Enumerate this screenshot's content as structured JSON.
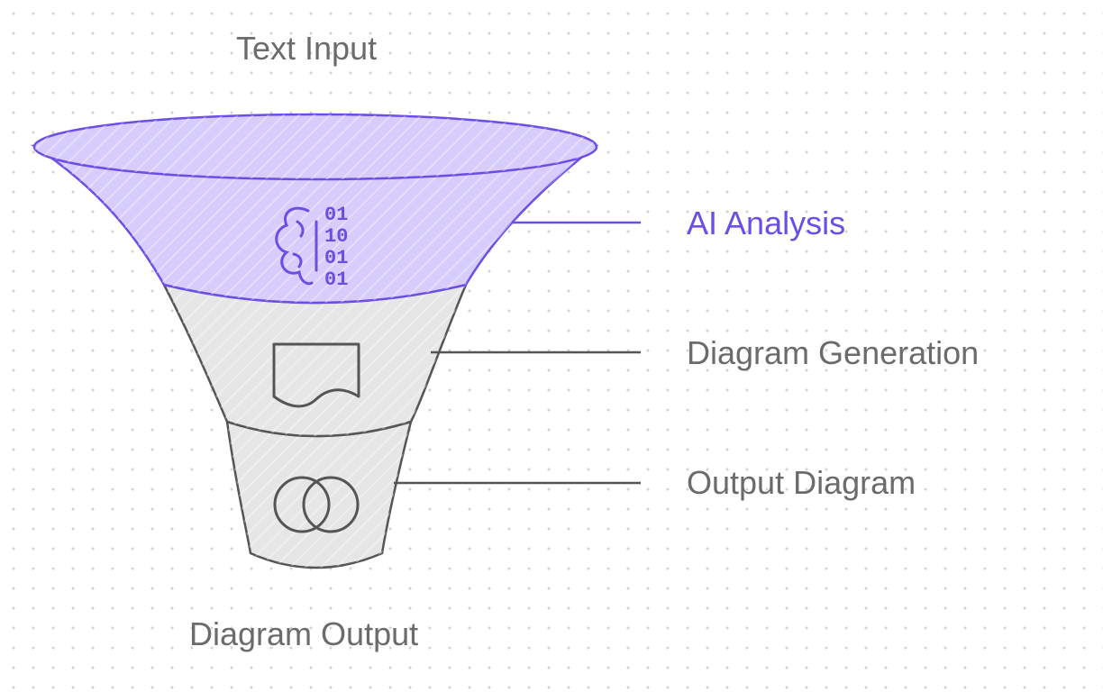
{
  "diagram": {
    "top_label": "Text Input",
    "bottom_label": "Diagram Output",
    "stages": [
      {
        "label": "AI Analysis",
        "icon": "brain-binary-icon",
        "highlighted": true
      },
      {
        "label": "Diagram Generation",
        "icon": "document-icon",
        "highlighted": false
      },
      {
        "label": "Output Diagram",
        "icon": "overlapping-circles-icon",
        "highlighted": false
      }
    ],
    "binary_digits": [
      "01",
      "10",
      "01",
      "01"
    ]
  },
  "colors": {
    "accent": "#6a4ee6",
    "accent_fill": "#d6cdfd",
    "neutral_fill": "#e6e6e6",
    "stroke": "#555555",
    "text": "#6b6b6b"
  }
}
